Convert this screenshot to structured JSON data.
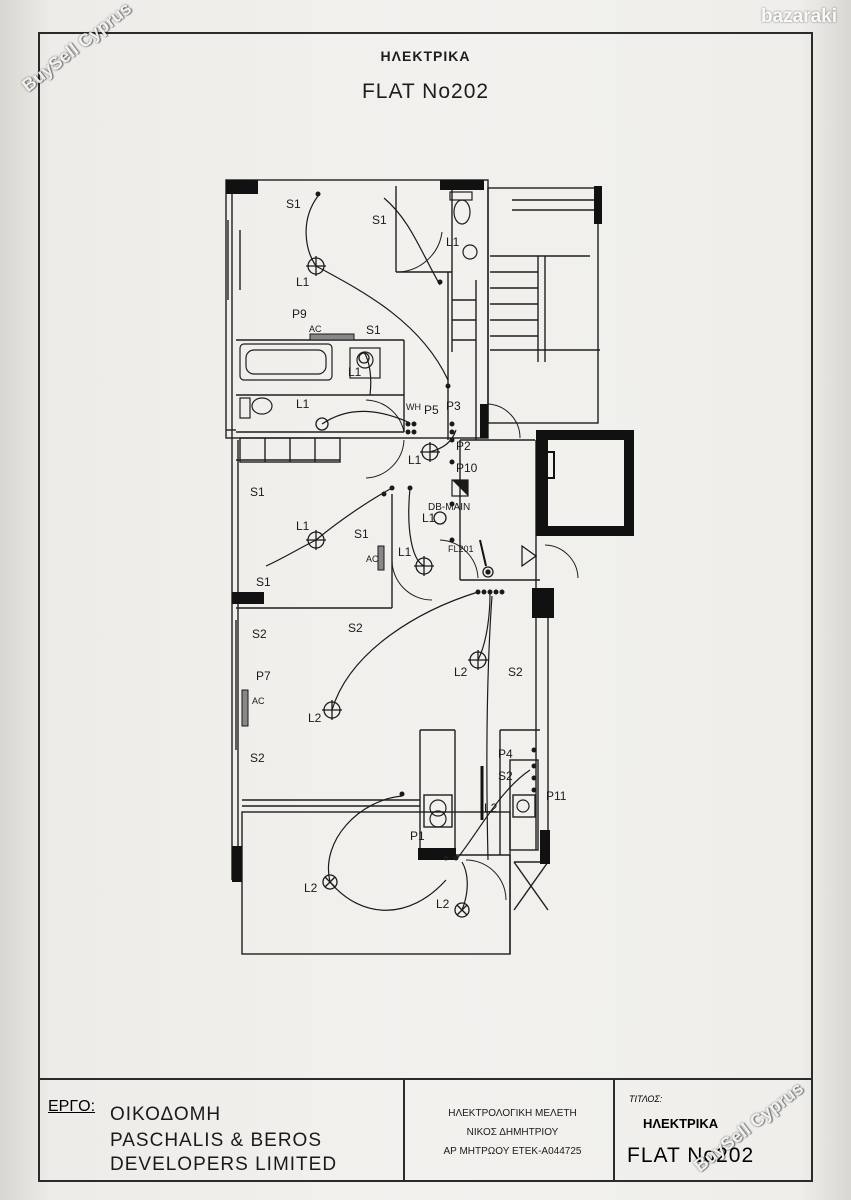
{
  "header": {
    "title": "ΗΛΕΚΤΡΙΚΑ",
    "flat": "FLAT No202"
  },
  "watermarks": {
    "top_left": "BuySell Cyprus",
    "bottom_right": "BuySell Cyprus",
    "logo": "bazaraki"
  },
  "plan_labels": {
    "s1": "S1",
    "s2": "S2",
    "l1": "L1",
    "l2": "L2",
    "p1": "P1",
    "p2": "P2",
    "p3": "P3",
    "p4": "P4",
    "p5": "P5",
    "p7": "P7",
    "p9": "P9",
    "p10": "P10",
    "p11": "P11",
    "ac": "AC",
    "wh": "WH",
    "db_main": "DB-MAIN",
    "fl201": "FL201"
  },
  "title_block": {
    "ergo_label": "ΕΡΓΟ:",
    "project_lines": [
      "ΟΙΚΟΔΟΜΗ",
      "PASCHALIS & BEROS",
      "DEVELOPERS LIMITED"
    ],
    "study_lines": [
      "ΗΛΕΚΤΡΟΛΟΓΙΚΗ ΜΕΛΕΤΗ",
      "ΝΙΚΟΣ ΔΗΜΗΤΡΙΟΥ",
      "ΑΡ ΜΗΤΡΩΟΥ ΕΤΕΚ-Α044725"
    ],
    "title_label": "ΤΙΤΛΟΣ:",
    "title": "ΗΛΕΚΤΡΙΚΑ",
    "flat": "FLAT No202"
  }
}
